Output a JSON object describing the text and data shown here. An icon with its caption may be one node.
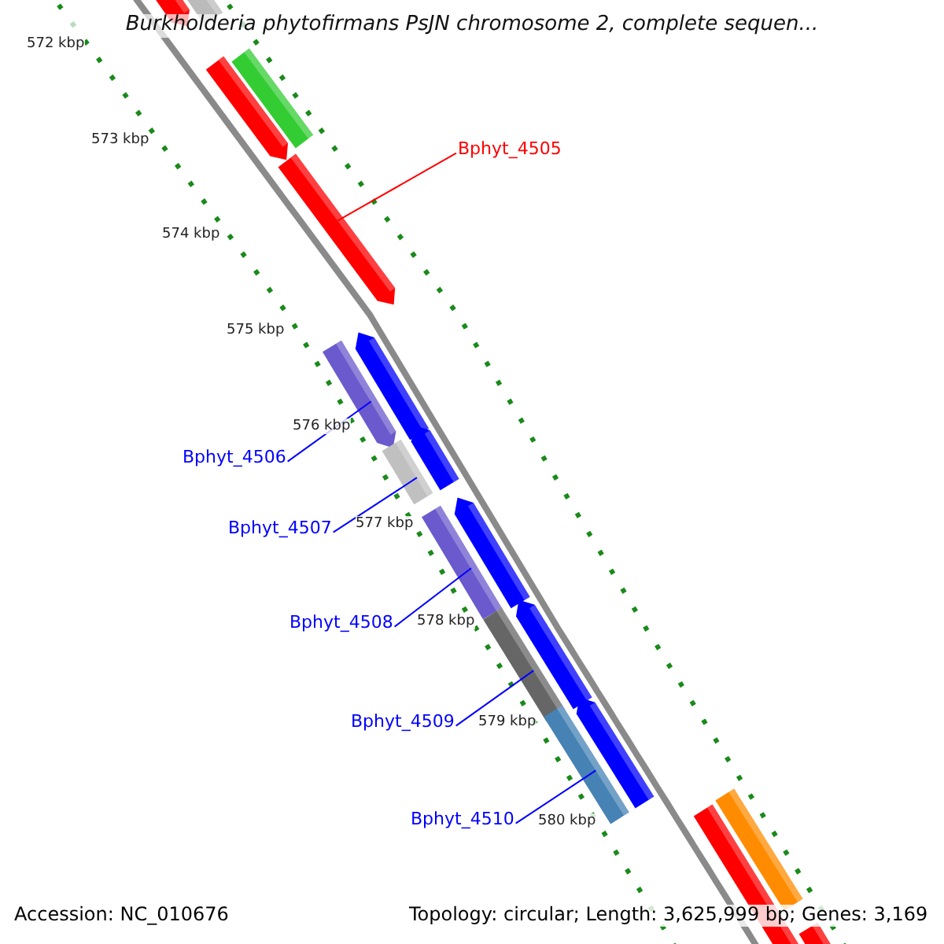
{
  "diagram": {
    "title": "Burkholderia phytofirmans PsJN chromosome 2, complete sequen...",
    "nodes": [
      {
        "text": [
          "Bphyt_4505"
        ]
      },
      {
        "text": [
          "Bphyt_4506"
        ]
      },
      {
        "text": [
          "Bphyt_4507"
        ]
      },
      {
        "text": [
          "Bphyt_4508"
        ]
      },
      {
        "text": [
          "Bphyt_4509"
        ]
      },
      {
        "text": [
          "Bphyt_4510"
        ]
      },
      {
        "text": [],
        "shape": "bar"
      },
      {
        "text": [],
        "shape": "bar"
      },
      {
        "text": [],
        "shape": "bar"
      },
      {
        "text": [],
        "shape": "bar"
      },
      {
        "text": [],
        "shape": "bar"
      },
      {
        "text": [],
        "shape": "bar"
      }
    ],
    "edges": [
      {
        "from": 0,
        "to": 6,
        "arrow": "none",
        "color": "#ff0000"
      },
      {
        "from": 1,
        "to": 7,
        "arrow": "none"
      },
      {
        "from": 2,
        "to": 8,
        "arrow": "none"
      },
      {
        "from": 3,
        "to": 9,
        "arrow": "none"
      },
      {
        "from": 4,
        "to": 10,
        "arrow": "none"
      },
      {
        "from": 5,
        "to": 11,
        "arrow": "none"
      }
    ],
    "labels": [
      "572 kbp",
      "573 kbp",
      "574 kbp",
      "575 kbp",
      "576 kbp",
      "577 kbp",
      "578 kbp",
      "579 kbp",
      "580 kbp",
      "Accession: NC_010676",
      "Topology: circular; Length: 3,625,999 bp; Genes: 3,169"
    ]
  }
}
